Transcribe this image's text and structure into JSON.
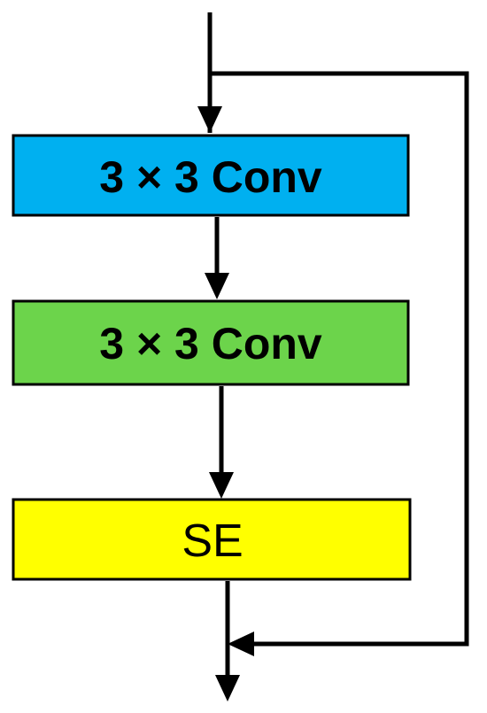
{
  "blocks": [
    {
      "id": "conv1",
      "label": "3 × 3 Conv",
      "color": "#00B0F0",
      "bold": true
    },
    {
      "id": "conv2",
      "label": "3 × 3 Conv",
      "color": "#6CD44B",
      "bold": true
    },
    {
      "id": "se",
      "label": "SE",
      "color": "#FFFF00",
      "bold": false
    }
  ],
  "colors": {
    "line": "#000000",
    "border": "#000000",
    "background": "#FFFFFF"
  }
}
